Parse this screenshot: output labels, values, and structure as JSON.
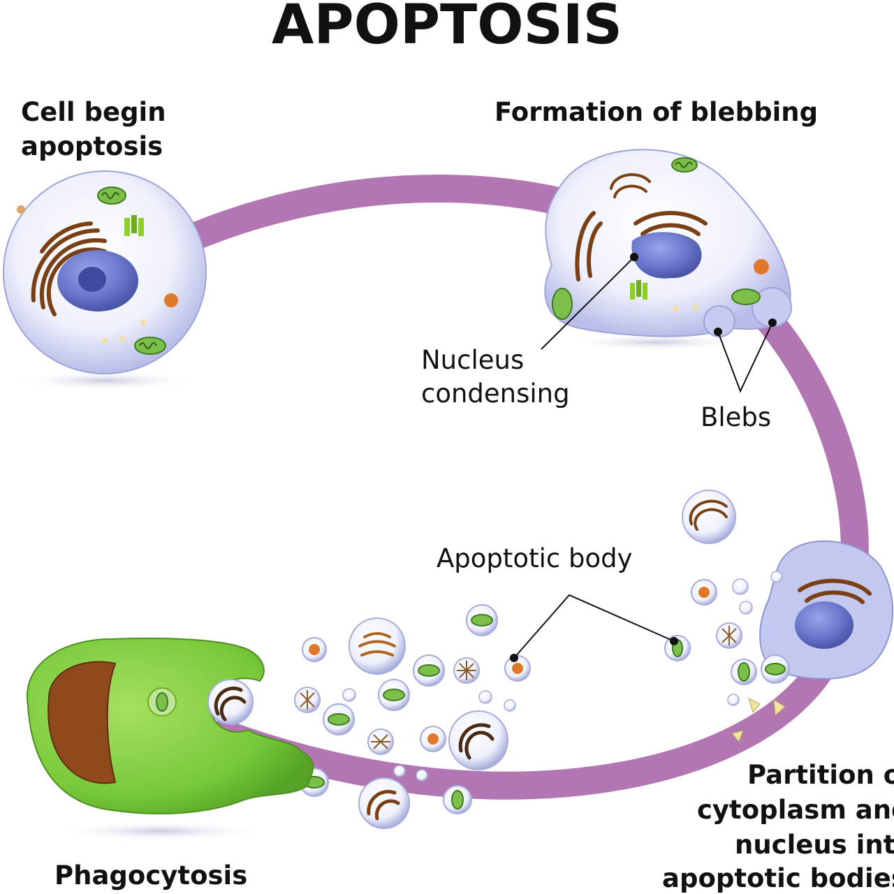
{
  "title": "APOPTOSIS",
  "stages": {
    "start": [
      "Cell begin",
      "apoptosis"
    ],
    "blebbing": "Formation of blebbing",
    "partition": [
      "Partition of",
      "cytoplasm and",
      "nucleus into",
      "apoptotic bodies"
    ],
    "phagocytosis": "Phagocytosis"
  },
  "labels": {
    "nucleus": [
      "Nucleus",
      "condensing"
    ],
    "blebs": "Blebs",
    "apoptotic_body": "Apoptotic body"
  },
  "colors": {
    "pathway": "#b276b3",
    "phagocyte": "#78c93a",
    "phagocyte_nucleus": "#8f4a1c",
    "cell_body": "#eef0fb",
    "nucleus": "#6b78cc",
    "mitochondria": "#5aa33a",
    "golgi": "#7a3f14",
    "vesicle": "#e0782a"
  }
}
